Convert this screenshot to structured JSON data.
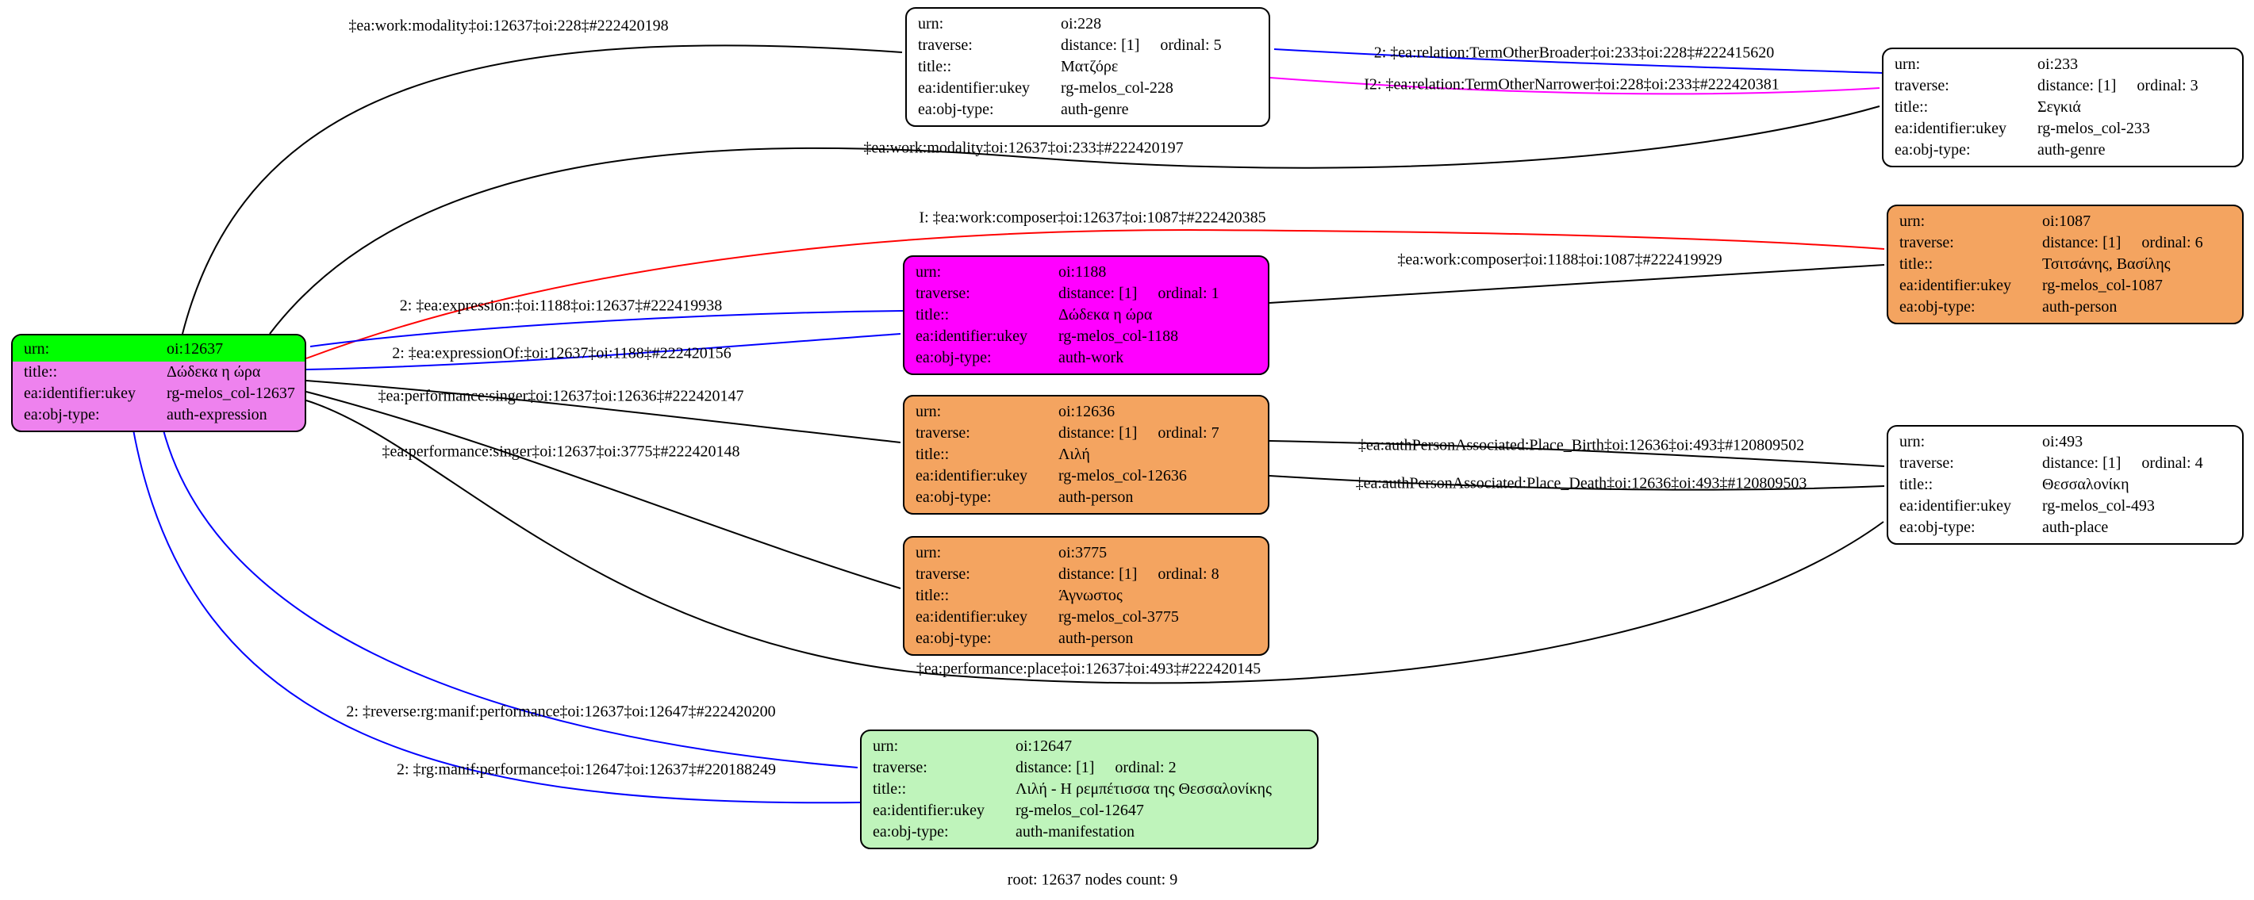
{
  "caption": "root: 12637 nodes count: 9",
  "colors": {
    "root-fill": "#EE82EE",
    "root-urn-fill": "#00FF00",
    "work-fill": "#FF00FF",
    "person-fill": "#F4A460",
    "genre-fill": "#FFFFFF",
    "place-fill": "#FFFFFF",
    "manifestation-fill": "#BFF4BB",
    "edge-black": "#000000",
    "edge-blue": "#0000FF",
    "edge-red": "#FF0000",
    "edge-magenta": "#FF00FF"
  },
  "nodes": [
    {
      "id": "oi:12637",
      "urn_k": "urn:",
      "urn_v": "oi:12637",
      "title_k": "title::",
      "title_v": "Δώδεκα η ώρα",
      "ident_k": "ea:identifier:ukey",
      "ident_v": "rg-melos_col-12637",
      "type_k": "ea:obj-type:",
      "type_v": "auth-expression"
    },
    {
      "id": "oi:228",
      "urn_k": "urn:",
      "urn_v": "oi:228",
      "trav_k": "traverse:",
      "trav_v": "distance: [1]",
      "ord_v": "ordinal: 5",
      "title_k": "title::",
      "title_v": "Ματζόρε",
      "ident_k": "ea:identifier:ukey",
      "ident_v": "rg-melos_col-228",
      "type_k": "ea:obj-type:",
      "type_v": "auth-genre"
    },
    {
      "id": "oi:233",
      "urn_k": "urn:",
      "urn_v": "oi:233",
      "trav_k": "traverse:",
      "trav_v": "distance: [1]",
      "ord_v": "ordinal: 3",
      "title_k": "title::",
      "title_v": "Σεγκιά",
      "ident_k": "ea:identifier:ukey",
      "ident_v": "rg-melos_col-233",
      "type_k": "ea:obj-type:",
      "type_v": "auth-genre"
    },
    {
      "id": "oi:1087",
      "urn_k": "urn:",
      "urn_v": "oi:1087",
      "trav_k": "traverse:",
      "trav_v": "distance: [1]",
      "ord_v": "ordinal: 6",
      "title_k": "title::",
      "title_v": "Τσιτσάνης, Βασίλης",
      "ident_k": "ea:identifier:ukey",
      "ident_v": "rg-melos_col-1087",
      "type_k": "ea:obj-type:",
      "type_v": "auth-person"
    },
    {
      "id": "oi:1188",
      "urn_k": "urn:",
      "urn_v": "oi:1188",
      "trav_k": "traverse:",
      "trav_v": "distance: [1]",
      "ord_v": "ordinal: 1",
      "title_k": "title::",
      "title_v": "Δώδεκα η ώρα",
      "ident_k": "ea:identifier:ukey",
      "ident_v": "rg-melos_col-1188",
      "type_k": "ea:obj-type:",
      "type_v": "auth-work"
    },
    {
      "id": "oi:12636",
      "urn_k": "urn:",
      "urn_v": "oi:12636",
      "trav_k": "traverse:",
      "trav_v": "distance: [1]",
      "ord_v": "ordinal: 7",
      "title_k": "title::",
      "title_v": "Λιλή",
      "ident_k": "ea:identifier:ukey",
      "ident_v": "rg-melos_col-12636",
      "type_k": "ea:obj-type:",
      "type_v": "auth-person"
    },
    {
      "id": "oi:3775",
      "urn_k": "urn:",
      "urn_v": "oi:3775",
      "trav_k": "traverse:",
      "trav_v": "distance: [1]",
      "ord_v": "ordinal: 8",
      "title_k": "title::",
      "title_v": "Άγνωστος",
      "ident_k": "ea:identifier:ukey",
      "ident_v": "rg-melos_col-3775",
      "type_k": "ea:obj-type:",
      "type_v": "auth-person"
    },
    {
      "id": "oi:493",
      "urn_k": "urn:",
      "urn_v": "oi:493",
      "trav_k": "traverse:",
      "trav_v": "distance: [1]",
      "ord_v": "ordinal: 4",
      "title_k": "title::",
      "title_v": "Θεσσαλονίκη",
      "ident_k": "ea:identifier:ukey",
      "ident_v": "rg-melos_col-493",
      "type_k": "ea:obj-type:",
      "type_v": "auth-place"
    },
    {
      "id": "oi:12647",
      "urn_k": "urn:",
      "urn_v": "oi:12647",
      "trav_k": "traverse:",
      "trav_v": "distance: [1]",
      "ord_v": "ordinal: 2",
      "title_k": "title::",
      "title_v": "Λιλή - Η ρεμπέτισσα της Θεσσαλονίκης",
      "ident_k": "ea:identifier:ukey",
      "ident_v": "rg-melos_col-12647",
      "type_k": "ea:obj-type:",
      "type_v": "auth-manifestation"
    }
  ],
  "edges": [
    {
      "name": "work-modality-12637-228",
      "label": "‡ea:work:modality‡oi:12637‡oi:228‡#222420198",
      "color": "black"
    },
    {
      "name": "relation-TermOtherBroader-233-228",
      "label": "2: ‡ea:relation:TermOtherBroader‡oi:233‡oi:228‡#222415620",
      "color": "blue"
    },
    {
      "name": "relation-TermOtherNarrower-228-233",
      "label": "I2: ‡ea:relation:TermOtherNarrower‡oi:228‡oi:233‡#222420381",
      "color": "magenta"
    },
    {
      "name": "work-modality-12637-233",
      "label": "‡ea:work:modality‡oi:12637‡oi:233‡#222420197",
      "color": "black"
    },
    {
      "name": "work-composer-12637-1087",
      "label": "I: ‡ea:work:composer‡oi:12637‡oi:1087‡#222420385",
      "color": "red"
    },
    {
      "name": "work-composer-1188-1087",
      "label": "‡ea:work:composer‡oi:1188‡oi:1087‡#222419929",
      "color": "black"
    },
    {
      "name": "expression-1188-12637",
      "label": "2: ‡ea:expression:‡oi:1188‡oi:12637‡#222419938",
      "color": "blue"
    },
    {
      "name": "expressionOf-12637-1188",
      "label": "2: ‡ea:expressionOf:‡oi:12637‡oi:1188‡#222420156",
      "color": "blue"
    },
    {
      "name": "performance-singer-12637-12636",
      "label": "‡ea:performance:singer‡oi:12637‡oi:12636‡#222420147",
      "color": "black"
    },
    {
      "name": "performance-singer-12637-3775",
      "label": "‡ea:performance:singer‡oi:12637‡oi:3775‡#222420148",
      "color": "black"
    },
    {
      "name": "authPersonAssociated-Place_Birth-12636-493",
      "label": "‡ea:authPersonAssociated:Place_Birth‡oi:12636‡oi:493‡#120809502",
      "color": "black"
    },
    {
      "name": "authPersonAssociated-Place_Death-12636-493",
      "label": "‡ea:authPersonAssociated:Place_Death‡oi:12636‡oi:493‡#120809503",
      "color": "black"
    },
    {
      "name": "performance-place-12637-493",
      "label": "‡ea:performance:place‡oi:12637‡oi:493‡#222420145",
      "color": "black"
    },
    {
      "name": "reverse-rg-manif-performance-12637-12647",
      "label": "2: ‡reverse:rg:manif:performance‡oi:12637‡oi:12647‡#222420200",
      "color": "blue"
    },
    {
      "name": "rg-manif-performance-12647-12637",
      "label": "2: ‡rg:manif:performance‡oi:12647‡oi:12637‡#220188249",
      "color": "blue"
    }
  ]
}
